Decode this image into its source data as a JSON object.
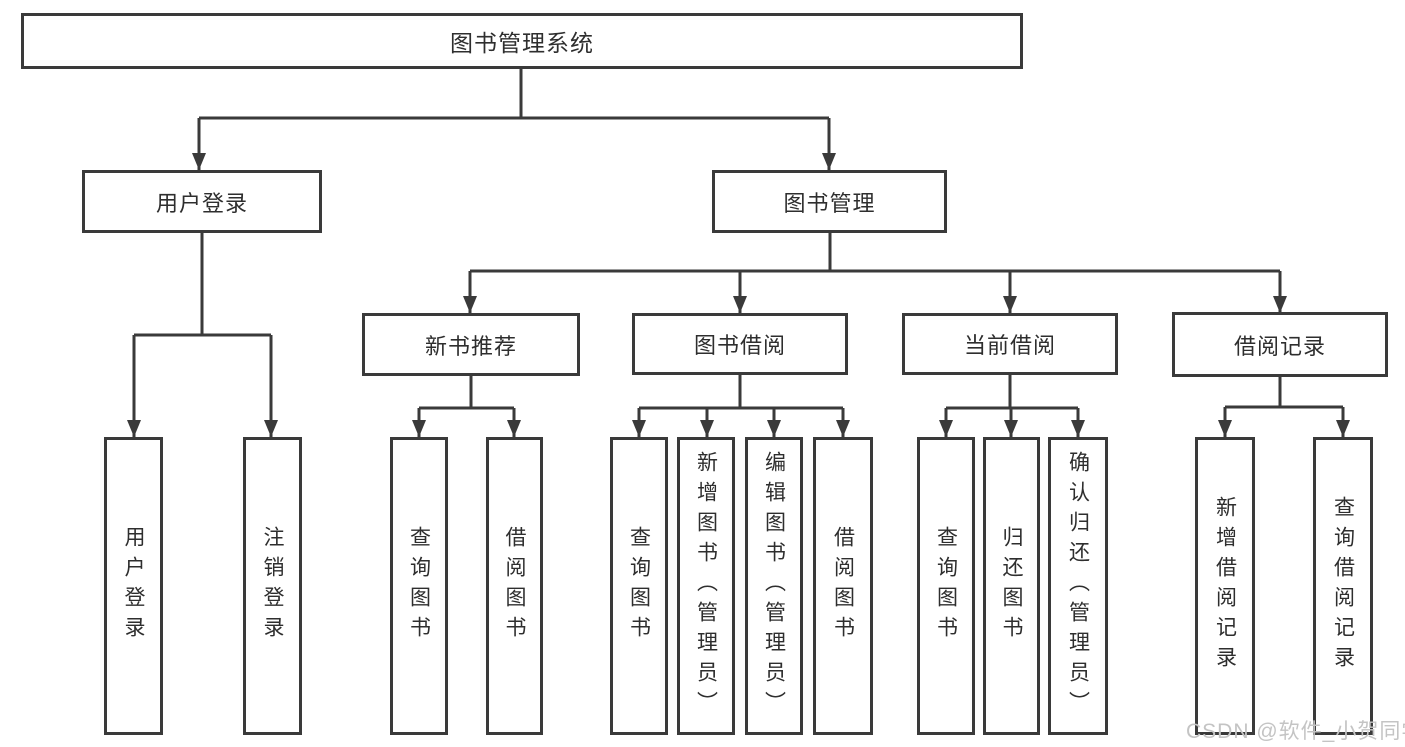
{
  "colors": {
    "line": "#3a3a3a",
    "text": "#2e2e2e",
    "background": "#ffffff",
    "watermark": "#c4c4c4"
  },
  "watermark": {
    "text": "CSDN @软件_小贺同学"
  },
  "nodes": {
    "root": "图书管理系统",
    "user_login": "用户登录",
    "book_mgmt": "图书管理",
    "new_book_rec": "新书推荐",
    "book_borrow": "图书借阅",
    "current_borrow": "当前借阅",
    "borrow_record": "借阅记录",
    "leaf_user_login": "用户登录",
    "leaf_logout": "注销登录",
    "leaf_query_book_1": "查询图书",
    "leaf_borrow_book_1": "借阅图书",
    "leaf_query_book_2": "查询图书",
    "leaf_add_book": "新增图书（管理员）",
    "leaf_edit_book": "编辑图书（管理员）",
    "leaf_borrow_book_2": "借阅图书",
    "leaf_query_book_3": "查询图书",
    "leaf_return_book": "归还图书",
    "leaf_confirm_return": "确认归还（管理员）",
    "leaf_add_record": "新增借阅记录",
    "leaf_query_record": "查询借阅记录"
  },
  "structure": [
    {
      "parent": "图书管理系统",
      "children": [
        "用户登录",
        "图书管理"
      ]
    },
    {
      "parent": "用户登录",
      "children": [
        "用户登录",
        "注销登录"
      ]
    },
    {
      "parent": "图书管理",
      "children": [
        "新书推荐",
        "图书借阅",
        "当前借阅",
        "借阅记录"
      ]
    },
    {
      "parent": "新书推荐",
      "children": [
        "查询图书",
        "借阅图书"
      ]
    },
    {
      "parent": "图书借阅",
      "children": [
        "查询图书",
        "新增图书（管理员）",
        "编辑图书（管理员）",
        "借阅图书"
      ]
    },
    {
      "parent": "当前借阅",
      "children": [
        "查询图书",
        "归还图书",
        "确认归还（管理员）"
      ]
    },
    {
      "parent": "借阅记录",
      "children": [
        "新增借阅记录",
        "查询借阅记录"
      ]
    }
  ]
}
